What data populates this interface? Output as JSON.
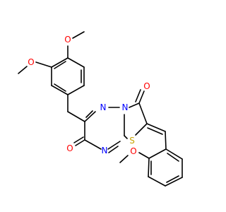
{
  "molecule": {
    "colors": {
      "O": "#ff0000",
      "N": "#0000ff",
      "S": "#c8a400",
      "C": "#000000"
    },
    "atom_labels": {
      "o_top_methoxy": "O",
      "o_left_methoxy": "O",
      "o_carbonyl_right": "O",
      "o_carbonyl_left": "O",
      "o_bottom_methoxy": "O",
      "n_top_left": "N",
      "n_bridgehead": "N",
      "n_bottom": "N",
      "s_thiazole": "S"
    }
  }
}
